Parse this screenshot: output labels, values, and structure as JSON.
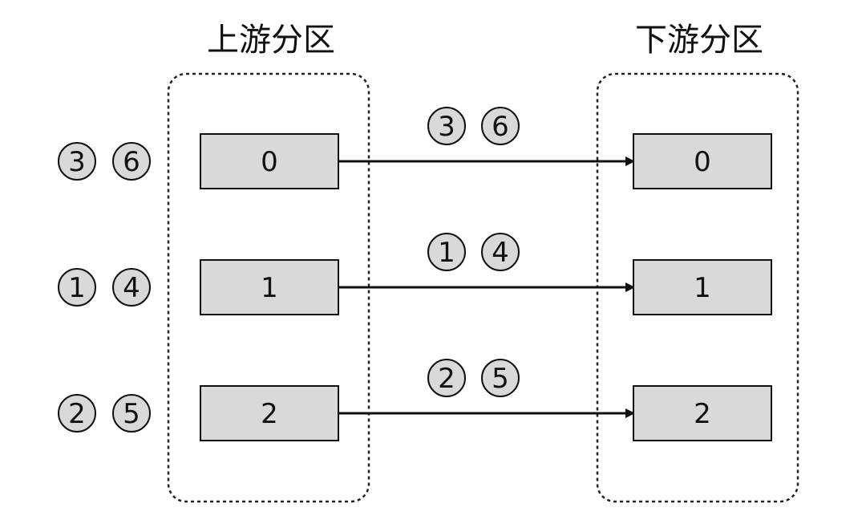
{
  "headers": {
    "upstream": "上游分区",
    "downstream": "下游分区"
  },
  "colors": {
    "box_fill": "#d9d9d9",
    "stroke": "#111111",
    "background": "#ffffff"
  },
  "rows": [
    {
      "upstream_partition": "0",
      "downstream_partition": "0",
      "records": [
        "3",
        "6"
      ]
    },
    {
      "upstream_partition": "1",
      "downstream_partition": "1",
      "records": [
        "1",
        "4"
      ]
    },
    {
      "upstream_partition": "2",
      "downstream_partition": "2",
      "records": [
        "2",
        "5"
      ]
    }
  ]
}
